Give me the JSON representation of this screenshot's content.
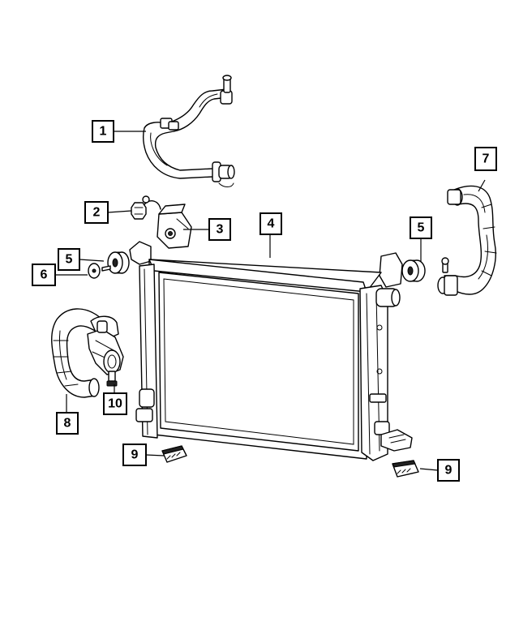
{
  "callouts": {
    "c1": "1",
    "c2": "2",
    "c3": "3",
    "c4": "4",
    "c5a": "5",
    "c5b": "5",
    "c6": "6",
    "c7": "7",
    "c8": "8",
    "c9a": "9",
    "c9b": "9",
    "c10": "10"
  }
}
